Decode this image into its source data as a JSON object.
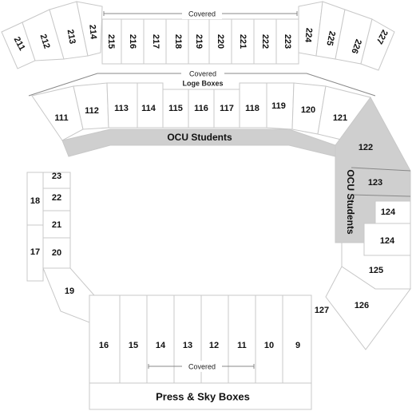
{
  "upper_sections": [
    "211",
    "212",
    "213",
    "214",
    "215",
    "216",
    "217",
    "218",
    "219",
    "220",
    "221",
    "222",
    "223",
    "224",
    "225",
    "226",
    "227"
  ],
  "lower_sections": [
    "111",
    "112",
    "113",
    "114",
    "115",
    "116",
    "117",
    "118",
    "119",
    "120",
    "121"
  ],
  "east_sections": [
    "122",
    "123",
    "124",
    "124",
    "125",
    "126",
    "127"
  ],
  "west_sections": [
    "23",
    "22",
    "21",
    "20",
    "19",
    "18",
    "17"
  ],
  "south_sections": [
    "16",
    "15",
    "14",
    "13",
    "12",
    "11",
    "10",
    "9"
  ],
  "labels": {
    "covered_top": "Covered",
    "covered_loge": "Covered",
    "loge_boxes": "Loge Boxes",
    "ocu_students_north": "OCU Students",
    "ocu_students_east": "OCU Students",
    "covered_south": "Covered",
    "press_boxes": "Press & Sky Boxes"
  }
}
